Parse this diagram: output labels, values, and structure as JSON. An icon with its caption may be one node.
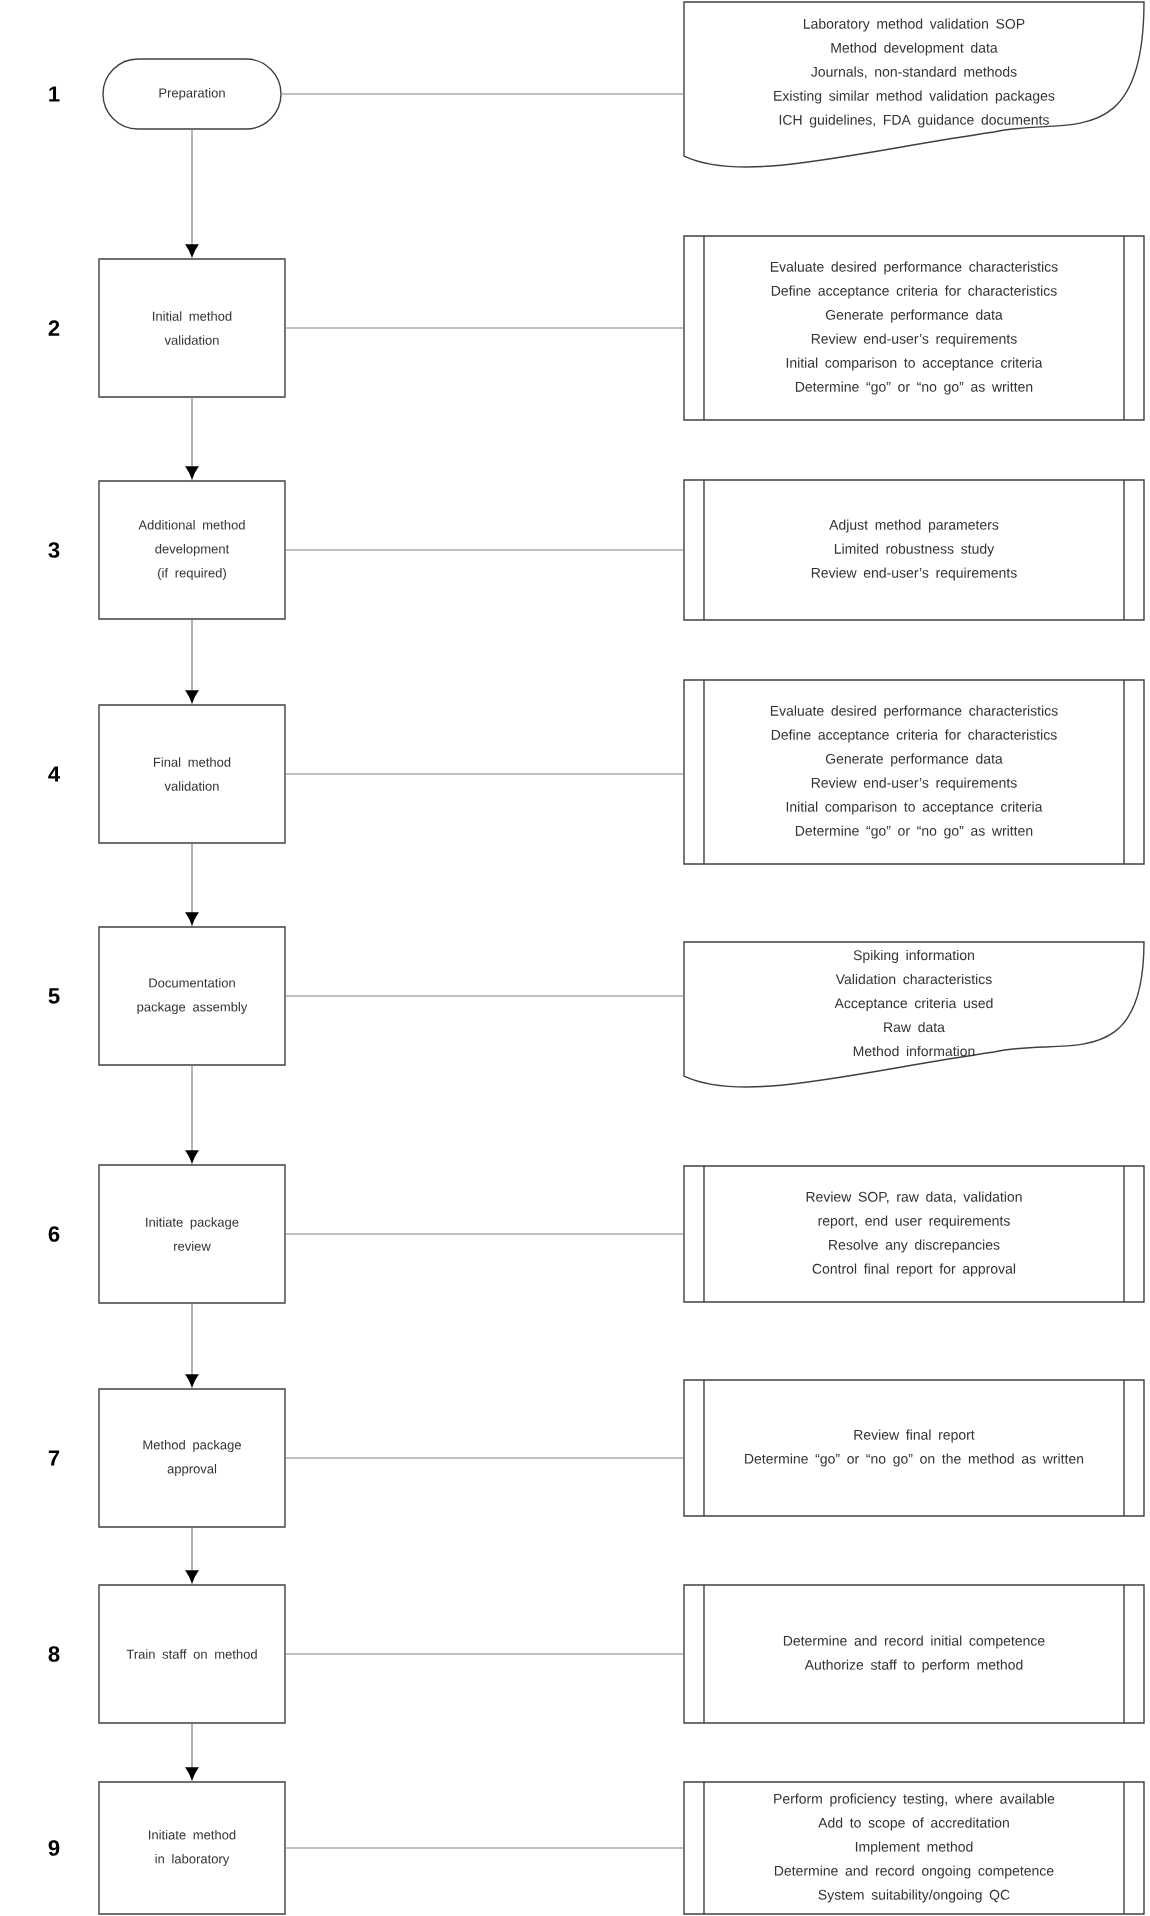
{
  "diagram": {
    "nodes": [
      {
        "text": [
          "Preparation"
        ],
        "beside": [
          "1"
        ]
      },
      {
        "text": [
          "Laboratory method validation SOP",
          "Method development data",
          "Journals, non-standard methods",
          "Existing similar method validation packages",
          "ICH guidelines, FDA guidance documents"
        ]
      },
      {
        "text": [
          "Initial method validation"
        ],
        "beside": [
          "2"
        ]
      },
      {
        "text": [
          "Evaluate desired performance characteristics",
          "Define acceptance criteria for characteristics",
          "Generate performance data",
          "Review end-user’s requirements",
          "Initial comparison to acceptance criteria",
          "Determine “go” or “no go” as written"
        ]
      },
      {
        "text": [
          "Additional method development (if required)"
        ],
        "beside": [
          "3"
        ]
      },
      {
        "text": [
          "Adjust method parameters",
          "Limited robustness study",
          "Review end-user’s requirements"
        ]
      },
      {
        "text": [
          "Final method validation"
        ],
        "beside": [
          "4"
        ]
      },
      {
        "text": [
          "Evaluate desired performance characteristics",
          "Define acceptance criteria for characteristics",
          "Generate performance data",
          "Review end-user’s requirements",
          "Initial comparison to acceptance criteria",
          "Determine “go” or “no go” as written"
        ]
      },
      {
        "text": [
          "Documentation package assembly"
        ],
        "beside": [
          "5"
        ]
      },
      {
        "text": [
          "Spiking information",
          "Validation characteristics",
          "Acceptance criteria used",
          "Raw data",
          "Method information"
        ]
      },
      {
        "text": [
          "Initiate package review"
        ],
        "beside": [
          "6"
        ]
      },
      {
        "text": [
          "Review SOP, raw data, validation report, end user requirements",
          "Resolve any discrepancies",
          "Control final report for approval"
        ]
      },
      {
        "text": [
          "Method package approval"
        ],
        "beside": [
          "7"
        ]
      },
      {
        "text": [
          "Review final report",
          "Determine “go” or “no go” on the method as written"
        ]
      },
      {
        "text": [
          "Train staff on method"
        ],
        "beside": [
          "8"
        ]
      },
      {
        "text": [
          "Determine and record initial competence",
          "Authorize staff to perform method"
        ]
      },
      {
        "text": [
          "Initiate method in laboratory"
        ],
        "beside": [
          "9"
        ]
      },
      {
        "text": [
          "Perform proficiency testing, where available",
          "Add to scope of accreditation",
          "Implement method",
          "Determine and record ongoing competence",
          "System suitability/ongoing QC"
        ]
      }
    ],
    "edges": [
      {
        "from": 0,
        "to": 1,
        "arrow": "none"
      },
      {
        "from": 0,
        "to": 2,
        "arrow": "to"
      },
      {
        "from": 2,
        "to": 3,
        "arrow": "none"
      },
      {
        "from": 2,
        "to": 4,
        "arrow": "to"
      },
      {
        "from": 4,
        "to": 5,
        "arrow": "none"
      },
      {
        "from": 4,
        "to": 6,
        "arrow": "to"
      },
      {
        "from": 6,
        "to": 7,
        "arrow": "none"
      },
      {
        "from": 6,
        "to": 8,
        "arrow": "to"
      },
      {
        "from": 8,
        "to": 9,
        "arrow": "none"
      },
      {
        "from": 8,
        "to": 10,
        "arrow": "to"
      },
      {
        "from": 10,
        "to": 11,
        "arrow": "none"
      },
      {
        "from": 10,
        "to": 12,
        "arrow": "to"
      },
      {
        "from": 12,
        "to": 13,
        "arrow": "none"
      },
      {
        "from": 12,
        "to": 14,
        "arrow": "to"
      },
      {
        "from": 14,
        "to": 15,
        "arrow": "none"
      },
      {
        "from": 14,
        "to": 16,
        "arrow": "to"
      },
      {
        "from": 16,
        "to": 17,
        "arrow": "none"
      }
    ]
  }
}
